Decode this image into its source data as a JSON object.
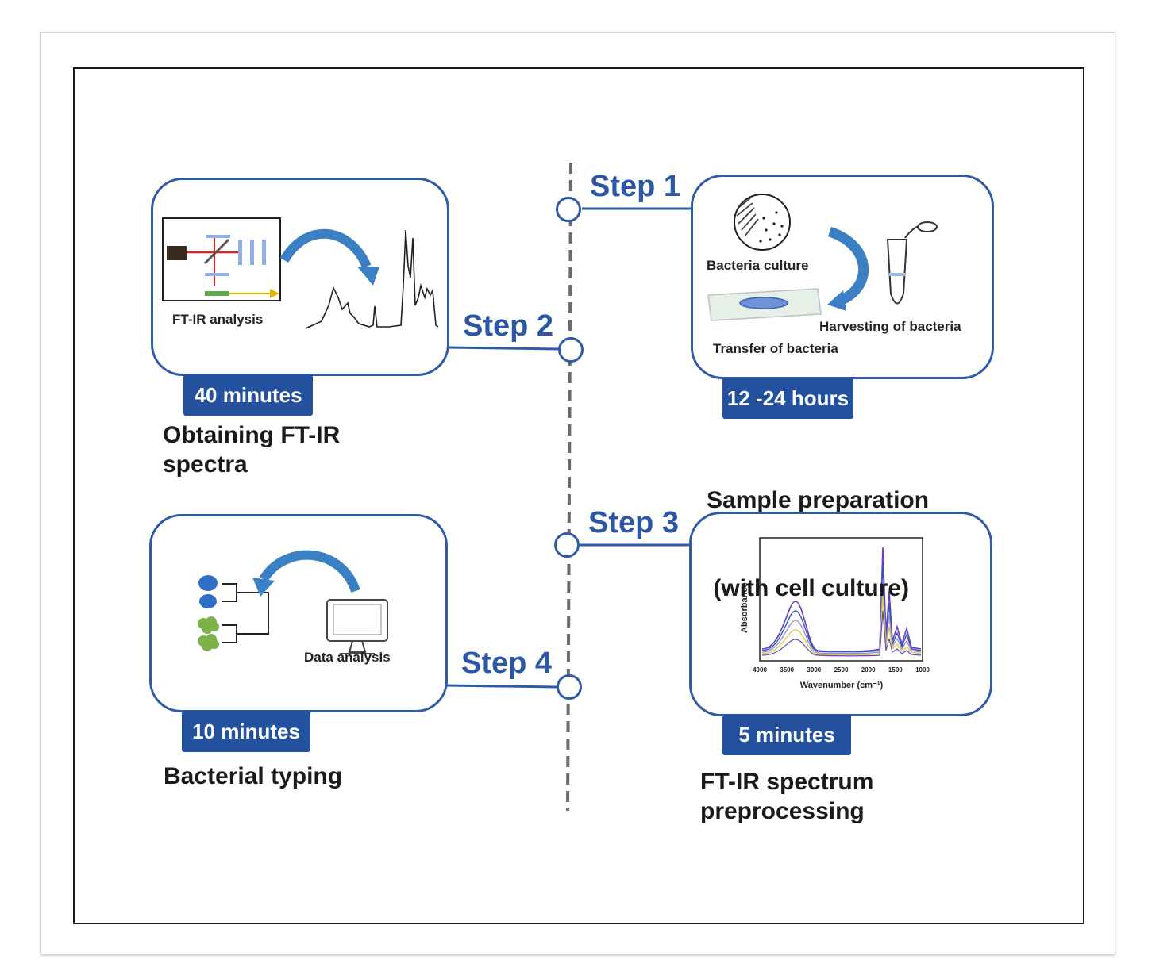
{
  "steps": [
    {
      "label": "Step 1",
      "duration": "12 -24 hours",
      "caption_lines": [
        "Sample preparation",
        " (with cell culture)"
      ],
      "labels": {
        "culture": "Bacteria culture",
        "harvest": "Harvesting of bacteria",
        "transfer": "Transfer of bacteria"
      }
    },
    {
      "label": "Step 2",
      "duration": "40 minutes",
      "caption_lines": [
        "Obtaining FT-IR",
        "spectra"
      ],
      "labels": {
        "analysis": "FT-IR analysis"
      }
    },
    {
      "label": "Step 3",
      "duration": "5 minutes",
      "caption_lines": [
        "FT-IR spectrum",
        "preprocessing"
      ],
      "labels": {
        "ylabel": "Absorbance",
        "xlabel": "Wavenumber (cm⁻¹)",
        "xticks": [
          "4000",
          "3500",
          "3000",
          "2500",
          "2000",
          "1500",
          "1000"
        ]
      }
    },
    {
      "label": "Step 4",
      "duration": "10 minutes",
      "caption_lines": [
        "Bacterial typing"
      ],
      "labels": {
        "analysis": "Data analysis"
      }
    }
  ],
  "colors": {
    "accent": "#2f5aa8",
    "badge": "#23519e",
    "arrow": "#3b7fc4",
    "timeline": "#6b6b6b",
    "cell_green": "#7db24a",
    "cell_blue": "#2f6fc9"
  }
}
